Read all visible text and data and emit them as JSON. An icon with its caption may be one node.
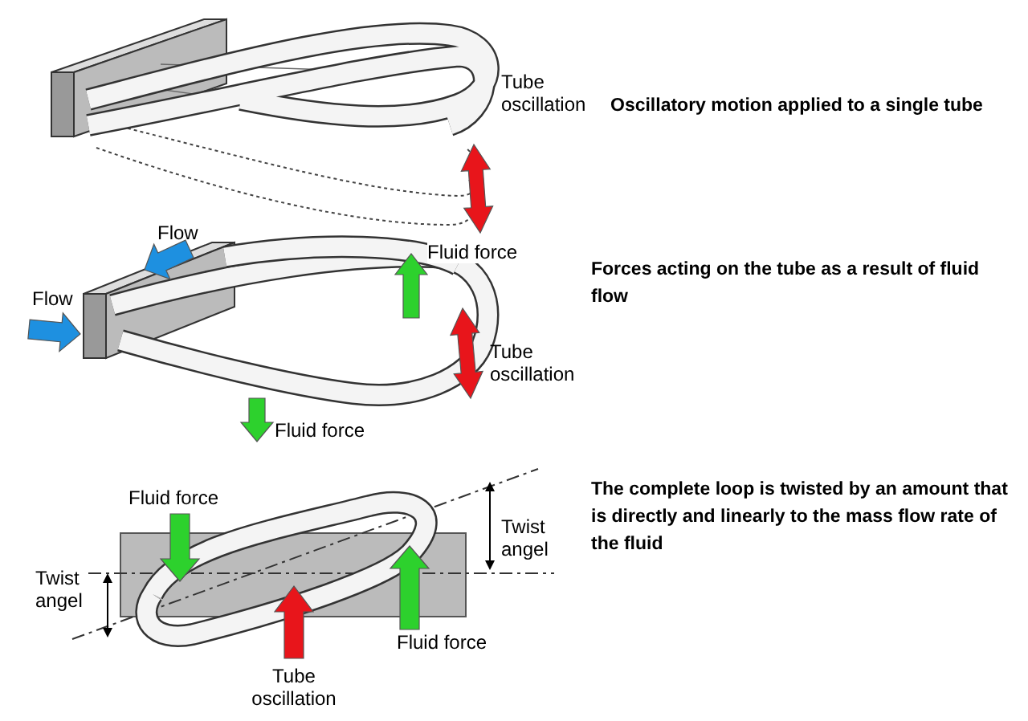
{
  "diagram": {
    "labels": [
      "Tube oscillation",
      "Oscillatory motion applied to a single tube",
      "Flow",
      "Flow",
      "Fluid force",
      "Tube oscillation",
      "Forces acting on the tube as a result of fluid flow",
      "Fluid force",
      "Fluid force",
      "Twist angel",
      "The complete loop is twisted by an amount that is directly and linearly to the mass flow rate of the fluid",
      "Twist angel",
      "Fluid force",
      "Tube oscillation"
    ]
  }
}
